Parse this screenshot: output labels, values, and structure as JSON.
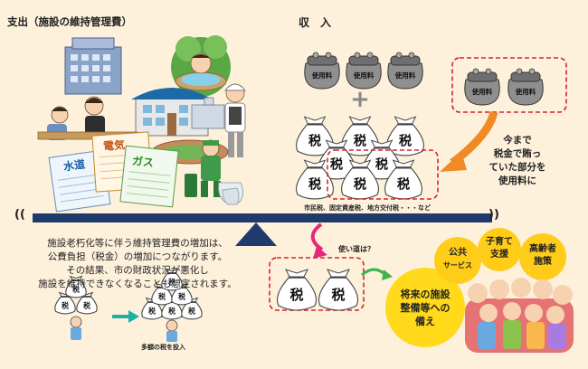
{
  "header": {
    "expense_title": "支出（施設の維持管理費）",
    "income_title": "収　入"
  },
  "icons": {
    "fee_bag_label": "使用料",
    "tax_bag_label": "税",
    "plus_sign": "+"
  },
  "income_note": "市民税、固定資産税、地方交付税・・・など",
  "callout": {
    "lines": [
      "今まで",
      "税金で賄っ",
      "ていた部分を",
      "使用料に"
    ]
  },
  "scale": {
    "left_bracket": "((",
    "right_bracket": "))"
  },
  "usage_question": "使い道は？",
  "explanation": {
    "lines": [
      "施設老朽化等に伴う維持管理費の増加は、",
      "公費負担（税金）の増加につながります。",
      "その結果、市の財政状況が悪化し",
      "施設を維持できなくなることも想定されます。"
    ]
  },
  "tax_burden_caption": "多額の税を投入",
  "future": {
    "lines": [
      "将来の施設",
      "整備等への",
      "備え"
    ]
  },
  "bubbles": {
    "public": [
      "公共",
      "サービス"
    ],
    "childcare": [
      "子育て",
      "支援"
    ],
    "elderly": [
      "高齢者",
      "施策"
    ]
  },
  "bill_labels": {
    "water": "水道",
    "electric": "電気",
    "gas": "ガス"
  },
  "colors": {
    "background": "#fdf1dc",
    "beam": "#1f3a6b",
    "callout_border": "#d6242c",
    "arrow_orange": "#f08a24",
    "arrow_pink": "#e6287a",
    "arrow_green": "#3fb34f",
    "arrow_teal": "#18b3a3",
    "bubble_yellow": "#ffcc1a",
    "future_yellow": "#ffd91a",
    "fee_bag": "#8f8f8f",
    "tax_bag": "#ffffff"
  }
}
